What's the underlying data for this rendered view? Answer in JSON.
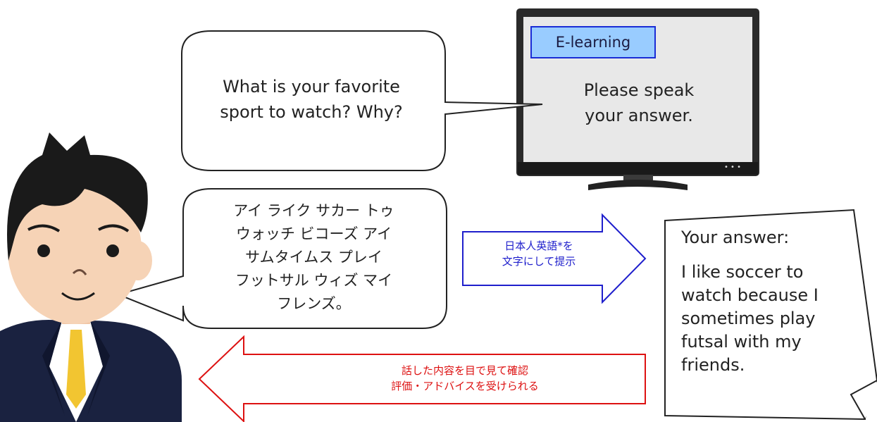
{
  "question_bubble": {
    "text": "What is your favorite\nsport to watch? Why?"
  },
  "monitor": {
    "tag_label": "E-learning",
    "message": "Please speak\nyour answer.",
    "indicator_dots": "• • •"
  },
  "spoken_answer_bubble": {
    "text": "アイ ライク サカー トゥ\nウォッチ ビコーズ アイ\nサムタイムス プレイ\nフットサル ウィズ マイ\nフレンズ。"
  },
  "arrow_right": {
    "text": "日本人英語*を\n文字にして提示",
    "color": "#1f1fcc"
  },
  "arrow_left": {
    "text": "話した内容を目で見て確認\n評価・アドバイスを受けられる",
    "color": "#dd1111"
  },
  "answer_card": {
    "label": "Your answer:",
    "text": "I like soccer to\nwatch because I\nsometimes play\nfutsal with my\nfriends."
  },
  "colors": {
    "tag_fill": "#99ccff",
    "tag_border": "#1a2cd6",
    "suit": "#1a2240",
    "tie": "#f2c531",
    "hair": "#1a1a1a",
    "skin": "#f6d3b6"
  }
}
